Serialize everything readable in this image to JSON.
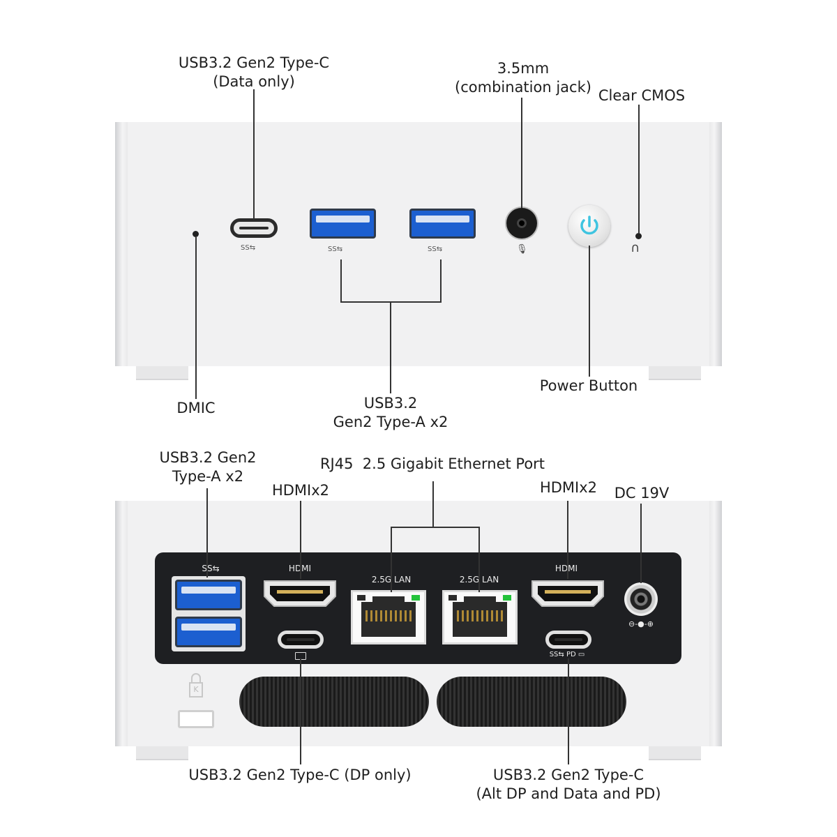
{
  "front": {
    "labels": {
      "usbc_data": [
        "USB3.2 Gen2 Type-C",
        "(Data only)"
      ],
      "jack": [
        "3.5mm",
        "(combination jack)"
      ],
      "clear_cmos": "Clear CMOS",
      "dmic": "DMIC",
      "usba": [
        "USB3.2",
        "Gen2 Type-A x2"
      ],
      "power": "Power Button"
    },
    "port_marks": {
      "usbc": "SS⇆",
      "usba1": "SS⇆",
      "usba2": "SS⇆"
    }
  },
  "rear": {
    "labels": {
      "usba": [
        "USB3.2 Gen2",
        "Type-A x2"
      ],
      "hdmi_left": "HDMIx2",
      "rj45": "RJ45  2.5 Gigabit Ethernet Port",
      "hdmi_right": "HDMIx2",
      "dc": "DC 19V",
      "usbc_dp": "USB3.2 Gen2 Type-C (DP only)",
      "usbc_pd": [
        "USB3.2 Gen2 Type-C",
        "(Alt DP and Data and PD)"
      ]
    },
    "port_marks": {
      "usba": "SS⇆",
      "hdmi_left": "HDMI",
      "lan1": "2.5G LAN",
      "lan2": "2.5G LAN",
      "hdmi_right": "HDMI",
      "dc_polarity": "⊖-●-⊕",
      "usbc_pd": "SS⇆ PD ▭"
    }
  },
  "colors": {
    "usb_blue": "#1c5fd0",
    "power_led": "#3fc4e0",
    "panel": "#1e1f22",
    "case": "#f1f1f2"
  }
}
